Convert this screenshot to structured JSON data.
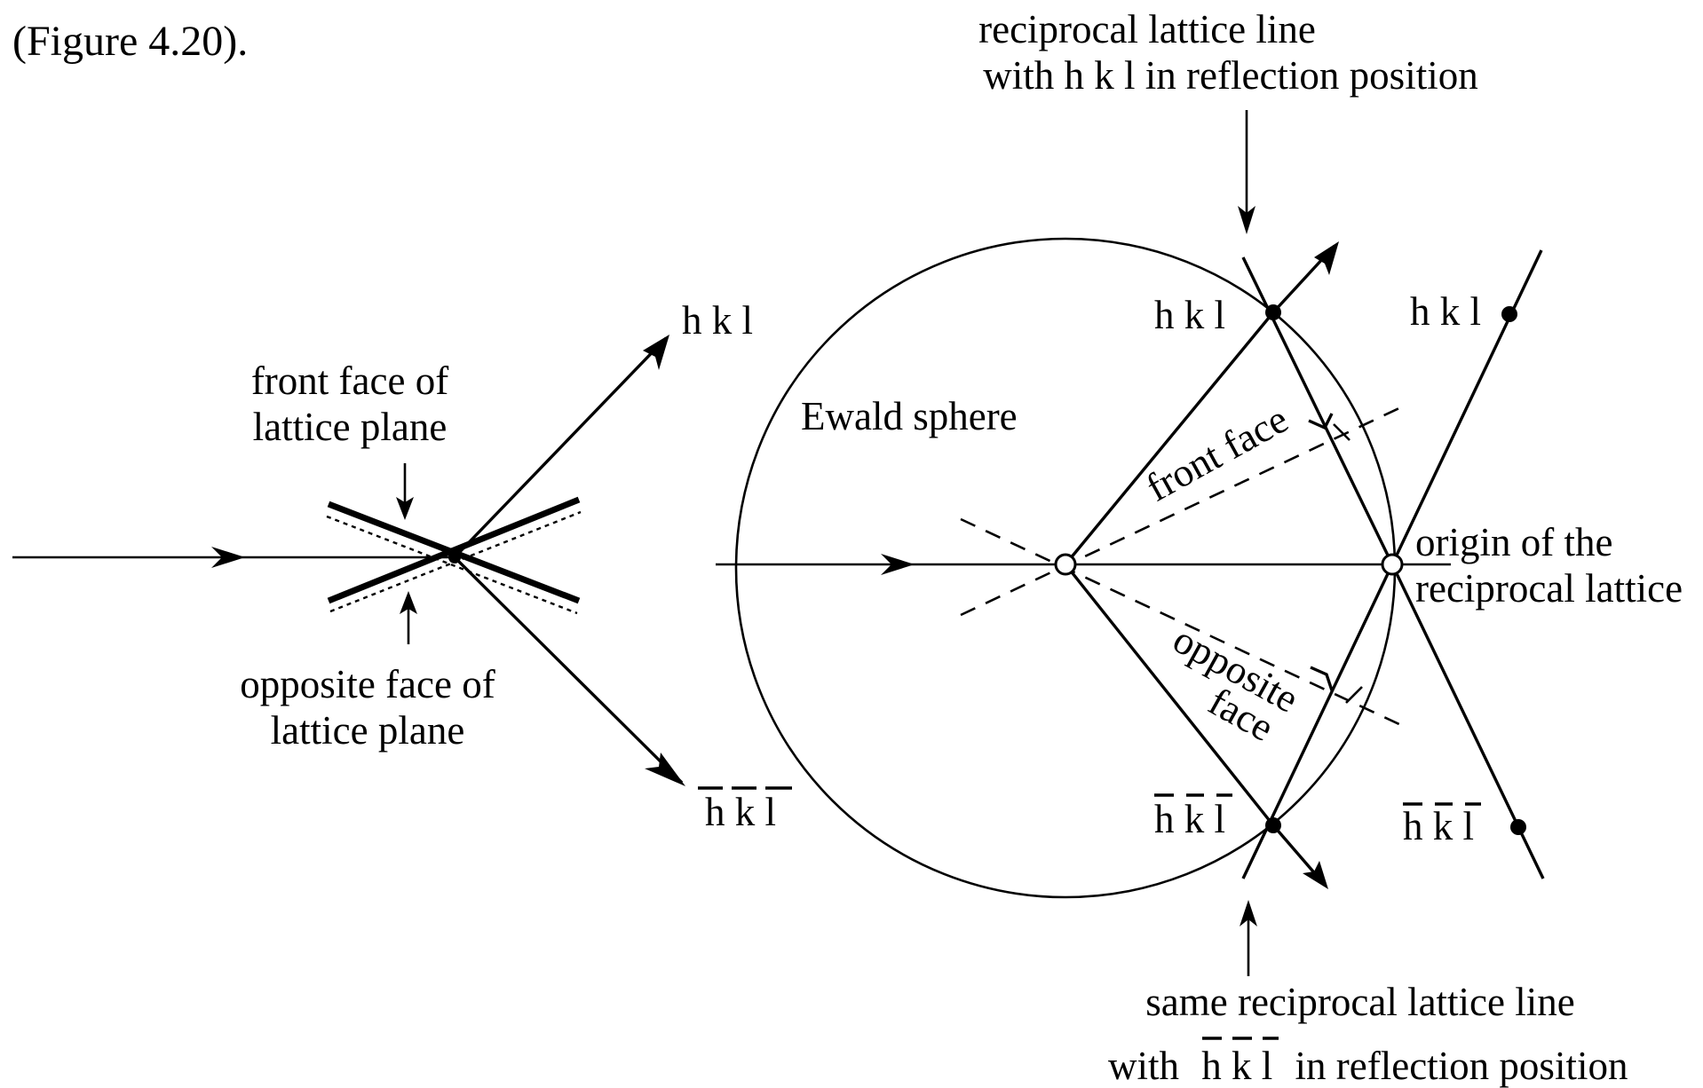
{
  "caption_fragment": "(Figure 4.20).",
  "left_panel": {
    "label_hkl": "h k l",
    "label_hkl_bar": "h k l",
    "front_face_line1": "front face of",
    "front_face_line2": "lattice plane",
    "opposite_face_line1": "opposite face of",
    "opposite_face_line2": "lattice plane"
  },
  "right_panel": {
    "top_note_line1": "reciprocal lattice line",
    "top_note_line2": "with h k l in reflection position",
    "ewald_sphere": "Ewald sphere",
    "upper_point": "h k l",
    "lower_point": "h k l",
    "right_upper_point": "h k l",
    "right_lower_point": "h k l",
    "front_face": "front face",
    "opposite_word": "opposite",
    "face_word": "face",
    "origin_line1": "origin of the",
    "origin_line2": "reciprocal lattice",
    "bottom_note_line1": "same reciprocal lattice line",
    "bottom_note_line2_prefix": "with",
    "bottom_note_line2_hkl": "h k l",
    "bottom_note_line2_suffix": "in reflection position"
  }
}
